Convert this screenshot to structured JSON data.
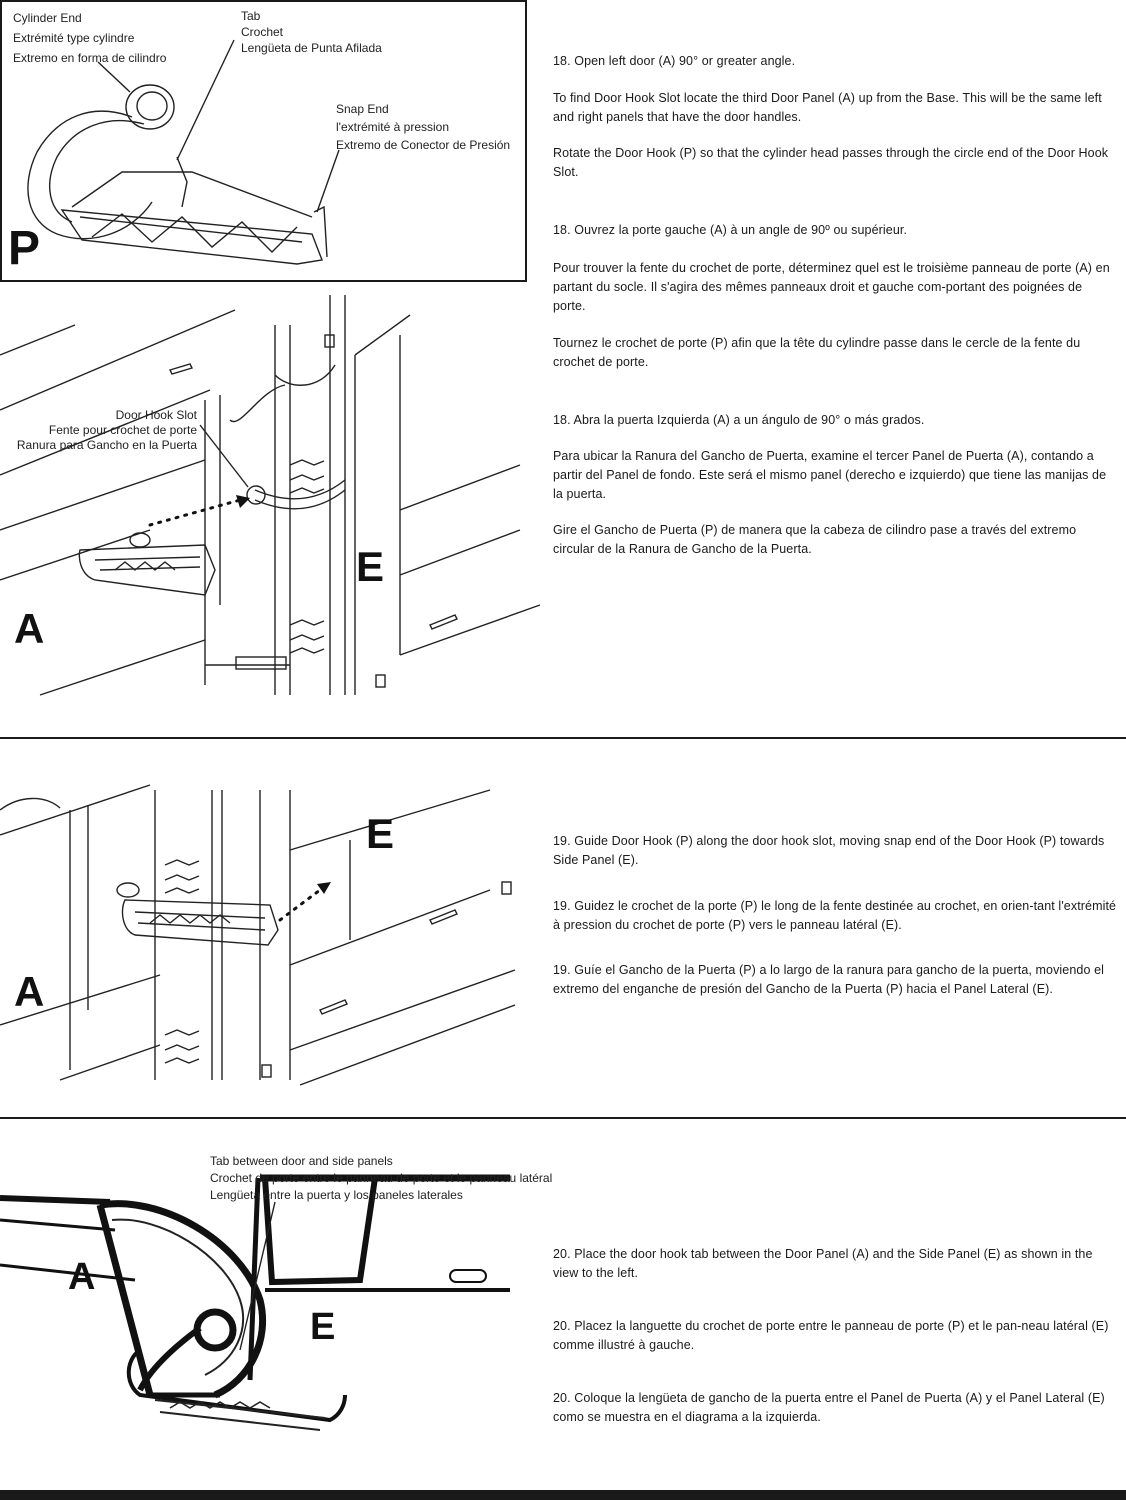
{
  "inset_p": {
    "letter": "P",
    "cylinder_end": [
      "Cylinder End",
      "Extrémité type cylindre",
      "Extremo en forma de cilindro"
    ],
    "tab": [
      "Tab",
      "Crochet",
      "Lengüeta de Punta Afilada"
    ],
    "snap_end": [
      "Snap End",
      "l'extrémité à pression",
      "Extremo de Conector de Presión"
    ]
  },
  "step18": {
    "en": [
      "18. Open left door (A) 90° or greater angle.",
      "To find Door Hook Slot locate the third Door Panel (A) up from the Base. This will be the same left and right panels that have the door handles.",
      "Rotate the Door Hook (P) so that the cylinder head passes through the circle end of the Door Hook Slot."
    ],
    "fr": [
      "18.  Ouvrez la porte gauche (A) à un angle de 90º ou supérieur.",
      "Pour trouver la fente du crochet de porte, déterminez quel est le troisième panneau de porte (A) en partant du socle. Il s'agira des mêmes panneaux droit et gauche com-portant des poignées de porte.",
      "Tournez le crochet de porte (P) afin que la tête du cylindre passe dans le cercle de la fente du crochet de porte."
    ],
    "es": [
      "18. Abra la puerta Izquierda (A) a un ángulo de 90° o más grados.",
      "Para ubicar la Ranura del Gancho de Puerta, examine el tercer Panel de Puerta (A), contando a partir del Panel de fondo. Este será el mismo panel (derecho e izquierdo) que tiene las manijas de la puerta.",
      "Gire el Gancho de Puerta (P) de manera que la cabeza de cilindro pase a través del extremo circular de la Ranura de Gancho de la Puerta."
    ]
  },
  "fig18": {
    "slot_label": [
      "Door Hook Slot",
      "Fente pour crochet de porte",
      "Ranura para Gancho en la Puerta"
    ],
    "label_a": "A",
    "label_e": "E"
  },
  "step19": {
    "en": "19. Guide Door Hook (P) along the door hook slot, moving snap end of the Door Hook (P) towards Side Panel (E).",
    "fr": "19. Guidez le crochet de la porte (P) le long de la fente destinée au crochet, en orien-tant l'extrémité à pression du crochet de porte (P) vers le panneau latéral (E).",
    "es": "19. Guíe el Gancho de la Puerta (P) a lo largo de la ranura para gancho de la puerta, moviendo el extremo del enganche de presión del Gancho de la Puerta (P) hacia el Panel Lateral (E)."
  },
  "fig19": {
    "label_a": "A",
    "label_e": "E"
  },
  "step20": {
    "en": "20.  Place the door hook tab between the Door Panel (A) and the Side Panel (E) as shown in the view to the left.",
    "fr": "20. Placez la languette du crochet de porte entre le panneau de porte (P) et le pan-neau latéral (E) comme illustré à gauche.",
    "es": "20. Coloque la lengüeta de gancho de la puerta entre el Panel de Puerta (A) y el Panel Lateral (E) como se muestra en el diagrama a la izquierda."
  },
  "fig20": {
    "tab_label": [
      "Tab between door and side panels",
      "Crochet de porte entre le panneau de porte et le panneau latéral",
      "Lengüeta entre la puerta y los paneles laterales"
    ],
    "label_a": "A",
    "label_e": "E"
  }
}
